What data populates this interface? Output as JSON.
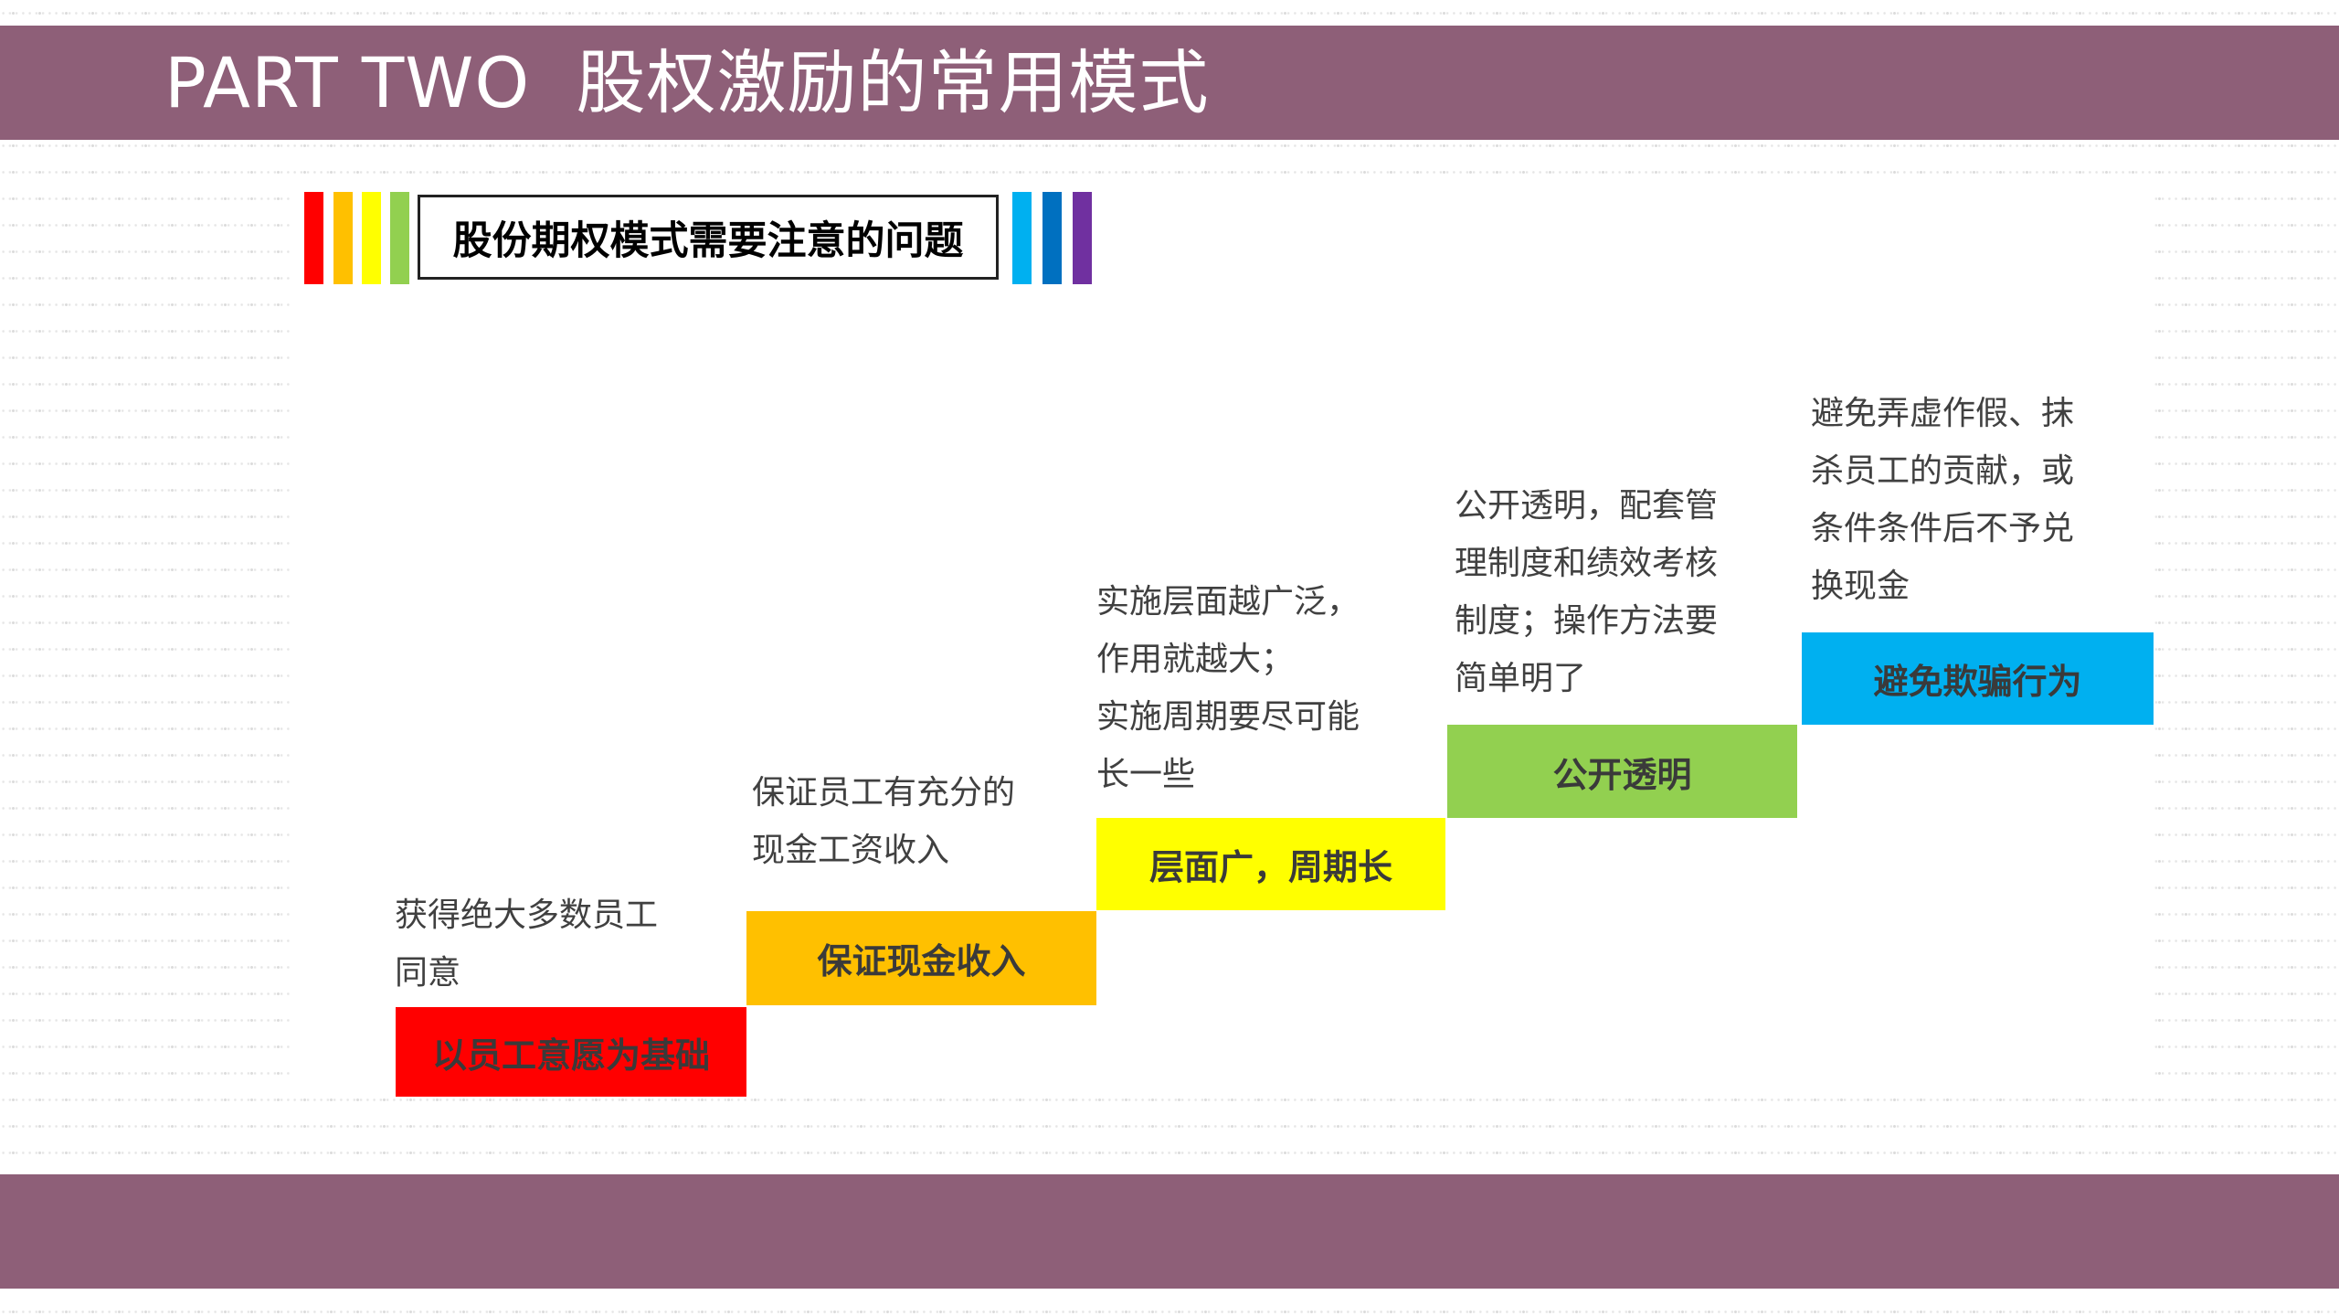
{
  "header": {
    "title": "PART TWO  股权激励的常用模式",
    "band_color": "#8e5f78"
  },
  "subtitle": {
    "text": "股份期权模式需要注意的问题",
    "left_bars": [
      "#ff0000",
      "#ffc000",
      "#ffff00",
      "#92d050"
    ],
    "right_bars": [
      "#00b0f0",
      "#0070c0",
      "#7030a0"
    ]
  },
  "steps": [
    {
      "label": "以员工意愿为基础",
      "color": "#ff0000",
      "description": [
        "获得绝大多数员工",
        "同意"
      ]
    },
    {
      "label": "保证现金收入",
      "color": "#ffc000",
      "description": [
        "保证员工有充分的",
        "现金工资收入"
      ]
    },
    {
      "label": "层面广，周期长",
      "color": "#ffff00",
      "description": [
        "实施层面越广泛，",
        "作用就越大；",
        "实施周期要尽可能",
        "长一些"
      ]
    },
    {
      "label": "公开透明",
      "color": "#92d050",
      "description": [
        "公开透明，配套管",
        "理制度和绩效考核",
        "制度；操作方法要",
        "简单明了"
      ]
    },
    {
      "label": "避免欺骗行为",
      "color": "#00b0f0",
      "description": [
        "避免弄虚作假、抹",
        "杀员工的贡献，或",
        "条件条件后不予兑",
        "换现金"
      ]
    }
  ]
}
